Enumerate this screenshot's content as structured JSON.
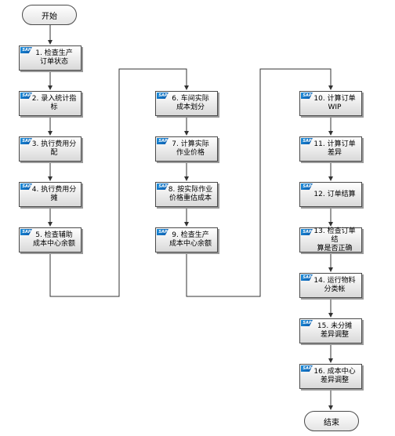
{
  "start_label": "开始",
  "end_label": "结束",
  "sap_badge": "SAP",
  "steps": [
    "1. 检查生产\n订单状态",
    "2. 录入统计指标",
    "3. 执行费用分配",
    "4. 执行费用分摊",
    "5. 检查辅助\n成本中心余额",
    "6. 车间实际\n成本划分",
    "7. 计算实际\n作业价格",
    "8. 按实际作业\n价格重估成本",
    "9. 检查生产\n成本中心余额",
    "10. 计算订单WIP",
    "11. 计算订单差异",
    "12. 订单结算",
    "13. 检查订单结\n算是否正确",
    "14. 运行物料\n分类帐",
    "15. 未分摊\n差异调整",
    "16. 成本中心\n差异调整"
  ]
}
